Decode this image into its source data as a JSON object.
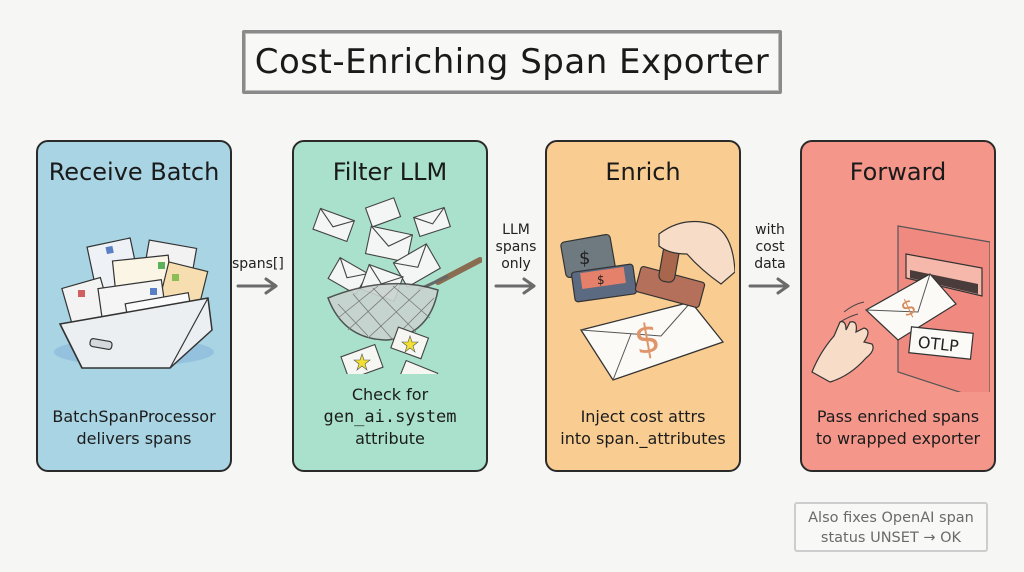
{
  "title": "Cost-Enriching Span Exporter",
  "steps": [
    {
      "title": "Receive Batch",
      "icon": "inbox-tray-with-envelopes-icon",
      "color": "#a9d4e4",
      "desc_line1": "BatchSpanProcessor",
      "desc_line2": "delivers spans"
    },
    {
      "title": "Filter LLM",
      "icon": "sieve-filter-envelopes-icon",
      "color": "#a9e1cc",
      "desc_line1": "Check for",
      "desc_line2": "gen_ai.system",
      "desc_line3": "attribute"
    },
    {
      "title": "Enrich",
      "icon": "dollar-stamp-envelope-icon",
      "color": "#f9cd92",
      "desc_line1": "Inject cost attrs",
      "desc_line2": "into span._attributes"
    },
    {
      "title": "Forward",
      "icon": "mail-slot-otlp-icon",
      "color": "#f5968b",
      "slot_label": "OTLP",
      "desc_line1": "Pass enriched spans",
      "desc_line2": "to wrapped exporter"
    }
  ],
  "connectors": [
    {
      "lines": [
        "spans[]"
      ]
    },
    {
      "lines": [
        "LLM",
        "spans",
        "only"
      ]
    },
    {
      "lines": [
        "with",
        "cost",
        "data"
      ]
    }
  ],
  "note": {
    "line1": "Also fixes OpenAI span",
    "line2": "status UNSET → OK"
  }
}
